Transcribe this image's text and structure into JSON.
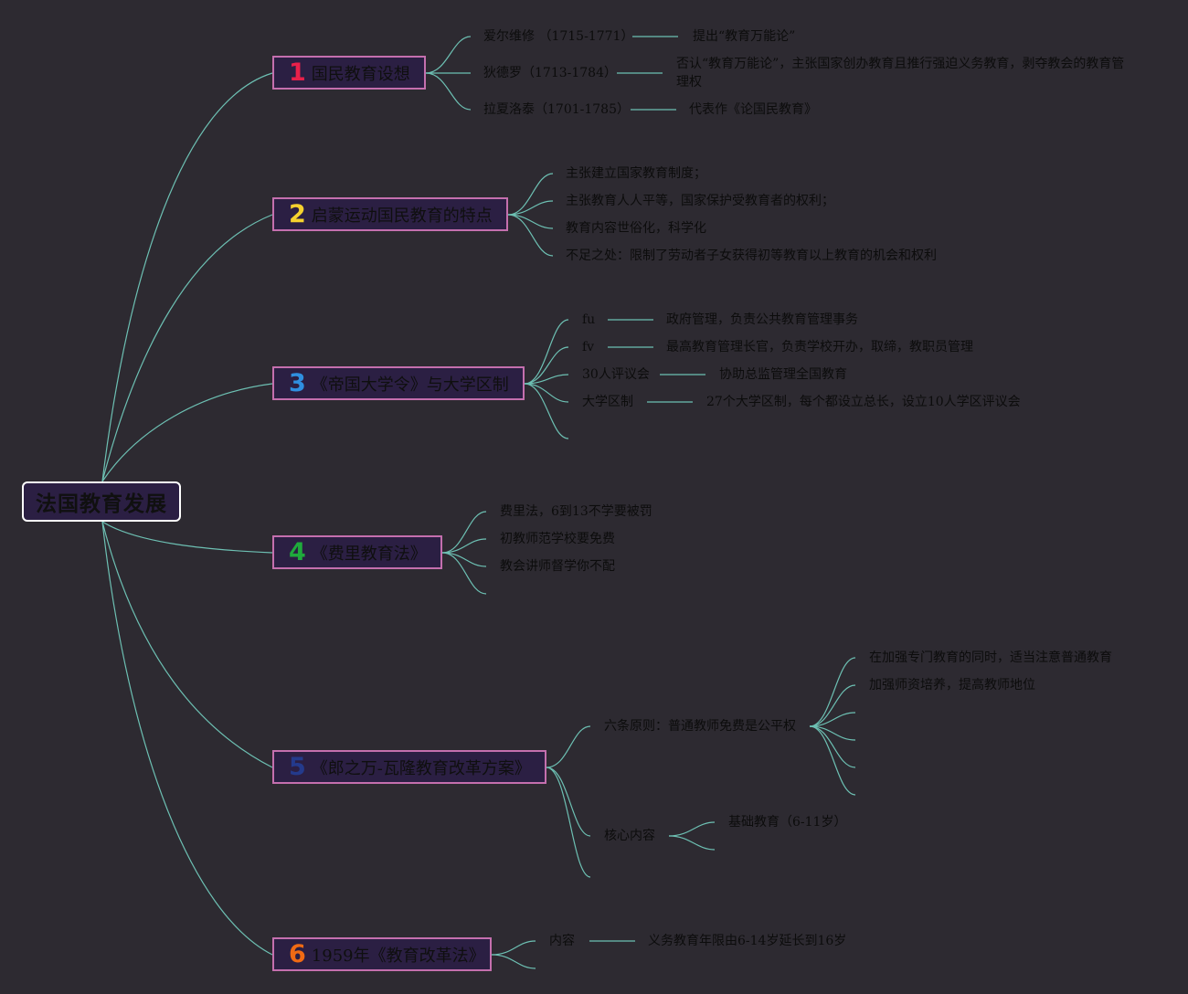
{
  "root": "法国教育发展",
  "branches": [
    {
      "num": "1",
      "num_color": "#e8204a",
      "title": "国民教育设想",
      "items": [
        {
          "label": "爱尔维修 （1715-1771）",
          "detail": "提出“教育万能论”"
        },
        {
          "label": "狄德罗（1713-1784）",
          "detail": "否认“教育万能论”，主张国家创办教育且推行强迫义务教育，剥夺教会的教育管理权"
        },
        {
          "label": "拉夏洛泰（1701-1785）",
          "detail": "代表作《论国民教育》"
        }
      ]
    },
    {
      "num": "2",
      "num_color": "#f5d12e",
      "title": "启蒙运动国民教育的特点",
      "items": [
        {
          "label": "主张建立国家教育制度；"
        },
        {
          "label": "主张教育人人平等，国家保护受教育者的权利；"
        },
        {
          "label": "教育内容世俗化，科学化"
        },
        {
          "label": "不足之处：限制了劳动者子女获得初等教育以上教育的机会和权利"
        }
      ]
    },
    {
      "num": "3",
      "num_color": "#2f8fe0",
      "title": "《帝国大学令》与大学区制",
      "items": [
        {
          "label": "fu",
          "detail": "政府管理，负责公共教育管理事务"
        },
        {
          "label": "fv",
          "detail": "最高教育管理长官，负责学校开办，取缔，教职员管理"
        },
        {
          "label": "30人评议会",
          "detail": "协助总监管理全国教育"
        },
        {
          "label": "大学区制",
          "detail": "27个大学区制，每个都设立总长，设立10人学区评议会"
        }
      ]
    },
    {
      "num": "4",
      "num_color": "#1faa3c",
      "title": "《费里教育法》",
      "items": [
        {
          "label": "费里法，6到13不学要被罚"
        },
        {
          "label": "初教师范学校要免费"
        },
        {
          "label": "教会讲师督学你不配"
        }
      ]
    },
    {
      "num": "5",
      "num_color": "#243a8c",
      "title": "《郎之万-瓦隆教育改革方案》",
      "items": [
        {
          "label": "六条原则：普通教师免费是公平权",
          "children": [
            "在加强专门教育的同时，适当注意普通教育",
            "加强师资培养，提高教师地位"
          ]
        },
        {
          "label": "核心内容",
          "children": [
            "基础教育（6-11岁）"
          ]
        }
      ]
    },
    {
      "num": "6",
      "num_color": "#f06a14",
      "title": "1959年《教育改革法》",
      "items": [
        {
          "label": "内容",
          "detail": "义务教育年限由6-14岁延长到16岁"
        }
      ]
    }
  ]
}
